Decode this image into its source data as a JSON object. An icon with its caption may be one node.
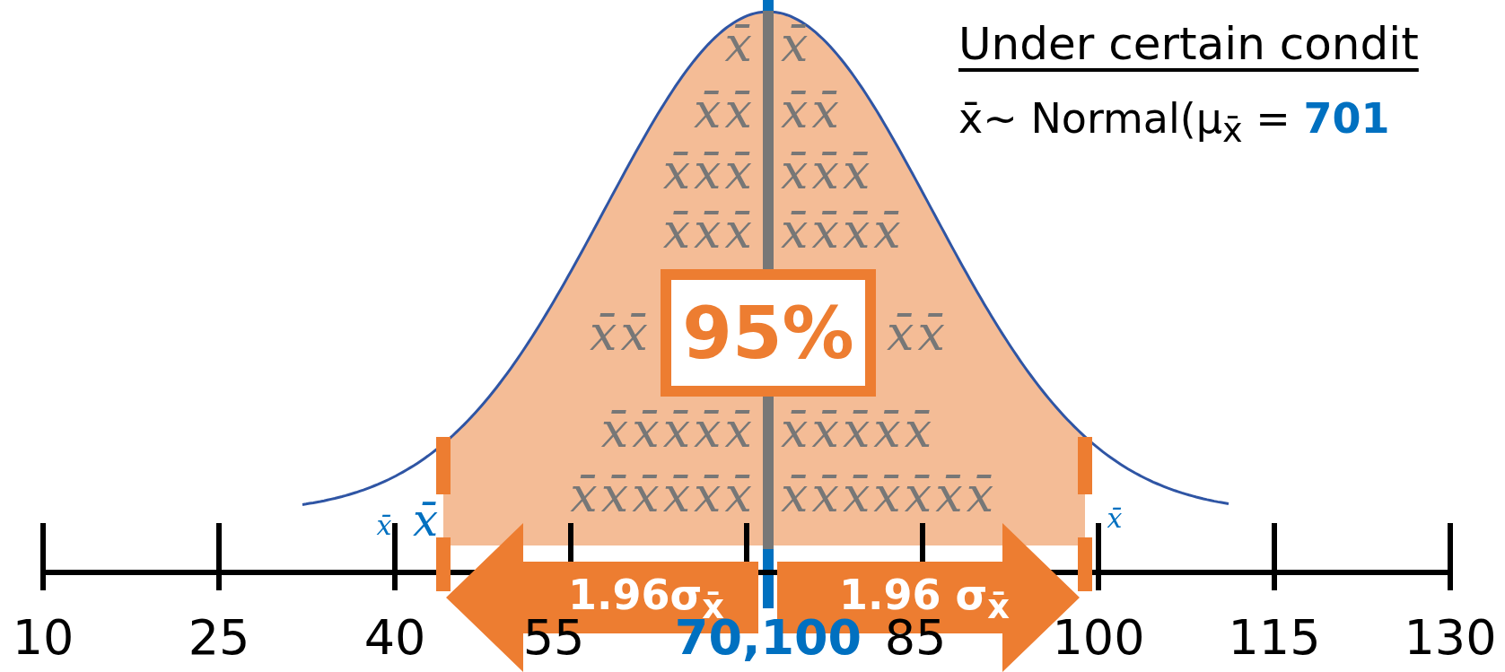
{
  "diagram": {
    "title": "Under certain condit",
    "nodes": [
      {
        "text": [
          "95%"
        ]
      }
    ],
    "labels": [
      "x̄~ Normal(μ$_{x̄}$ = **701**",
      "x̄",
      "x̄",
      "x̄x̄",
      "x̄x̄",
      "x̄x̄x̄",
      "x̄x̄x̄",
      "x̄x̄x̄",
      "x̄x̄x̄x̄",
      "x̄x̄",
      "x̄x̄",
      "x̄x̄x̄x̄x̄",
      "x̄x̄x̄x̄x̄",
      "x̄x̄x̄x̄x̄x̄",
      "x̄x̄x̄x̄x̄x̄x̄",
      "x̄",
      "x̄",
      "x̄",
      "1.96σ$_{x̄}$",
      "1.96 σ$_{x̄}$",
      "10",
      "25",
      "40",
      "55",
      "70,100",
      "85",
      "100",
      "115",
      "130"
    ]
  }
}
